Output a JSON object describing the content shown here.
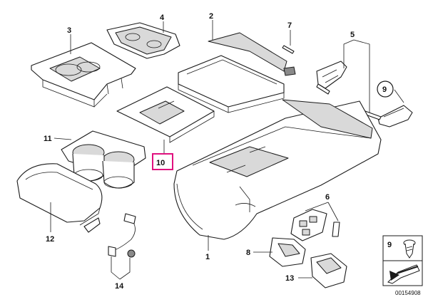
{
  "callouts": {
    "c1": "1",
    "c2": "2",
    "c3": "3",
    "c4": "4",
    "c5": "5",
    "c6": "6",
    "c7": "7",
    "c8": "8",
    "c9": "9",
    "c10": "10",
    "c11": "11",
    "c12": "12",
    "c13": "13",
    "c14": "14"
  },
  "legend": {
    "number": "9"
  },
  "document_number": "00154908",
  "colors": {
    "highlight_box": "#e0117f",
    "line": "#1a1a1a"
  }
}
